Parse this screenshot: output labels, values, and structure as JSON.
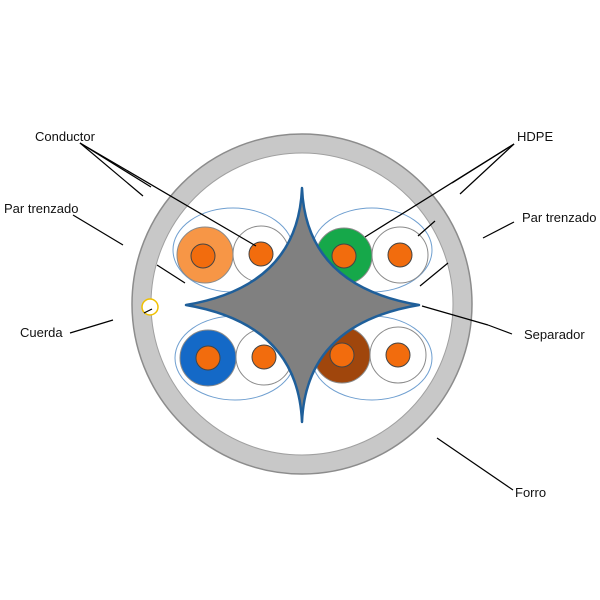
{
  "labels": {
    "conductor": "Conductor",
    "par_trenzado_left": "Par trenzado",
    "cuerda": "Cuerda",
    "hdpe": "HDPE",
    "par_trenzado_right": "Par trenzado",
    "separador": "Separador",
    "forro": "Forro"
  },
  "colors": {
    "jacket": "#c8c8c8",
    "jacket_stroke": "#8c8c8c",
    "separator": "#808080",
    "separator_stroke": "#1f5f9a",
    "pair_outline": "#6f9fd0",
    "conductor_core": "#f26c0d",
    "insulation_white": "#ffffff",
    "insulation_orange": "#f79646",
    "insulation_green": "#16a84a",
    "insulation_blue": "#1469c7",
    "insulation_brown": "#a0460c",
    "rip_cord": "#f0c000"
  }
}
